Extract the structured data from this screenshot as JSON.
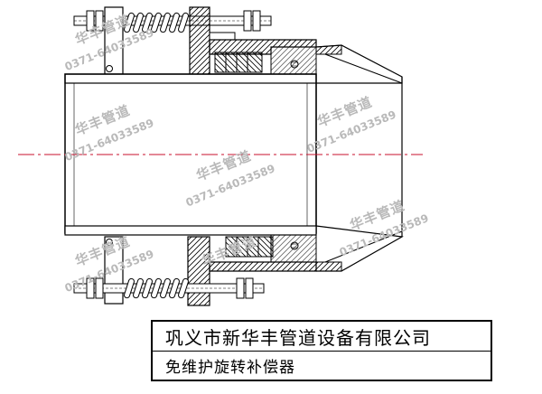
{
  "title_block": {
    "company": "巩义市新华丰管道设备有限公司",
    "product": "免维护旋转补偿器"
  },
  "watermark": {
    "name": "华丰管道",
    "phone": "0371-64033589"
  },
  "colors": {
    "line": "#000000",
    "centerline": "#c8102e",
    "watermark": "#b9b9b9",
    "background": "#ffffff"
  }
}
